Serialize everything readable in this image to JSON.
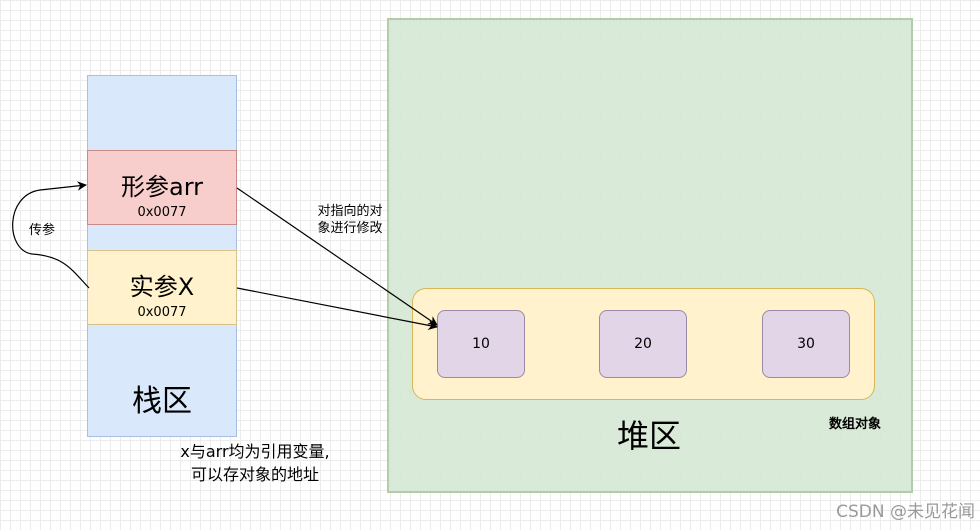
{
  "stack": {
    "label": "栈区",
    "param_box": {
      "title": "形参arr",
      "address": "0x0077"
    },
    "actual_box": {
      "title": "实参X",
      "address": "0x0077"
    }
  },
  "heap": {
    "label": "堆区",
    "array_label": "数组对象",
    "cells": [
      "10",
      "20",
      "30"
    ]
  },
  "edges": {
    "pass_label": "传参",
    "modify_label_line1": "对指向的对",
    "modify_label_line2": "象进行修改"
  },
  "note": {
    "line1": "x与arr均为引用变量,",
    "line2": "可以存对象的地址"
  },
  "watermark": "CSDN @未见花闻",
  "colors": {
    "stack_fill": "#dae8fc",
    "param_fill": "#f8cecc",
    "actual_fill": "#fff2cc",
    "heap_fill": "#d5e8d4",
    "array_fill": "#fff2cc",
    "cell_fill": "#e1d5e7"
  }
}
